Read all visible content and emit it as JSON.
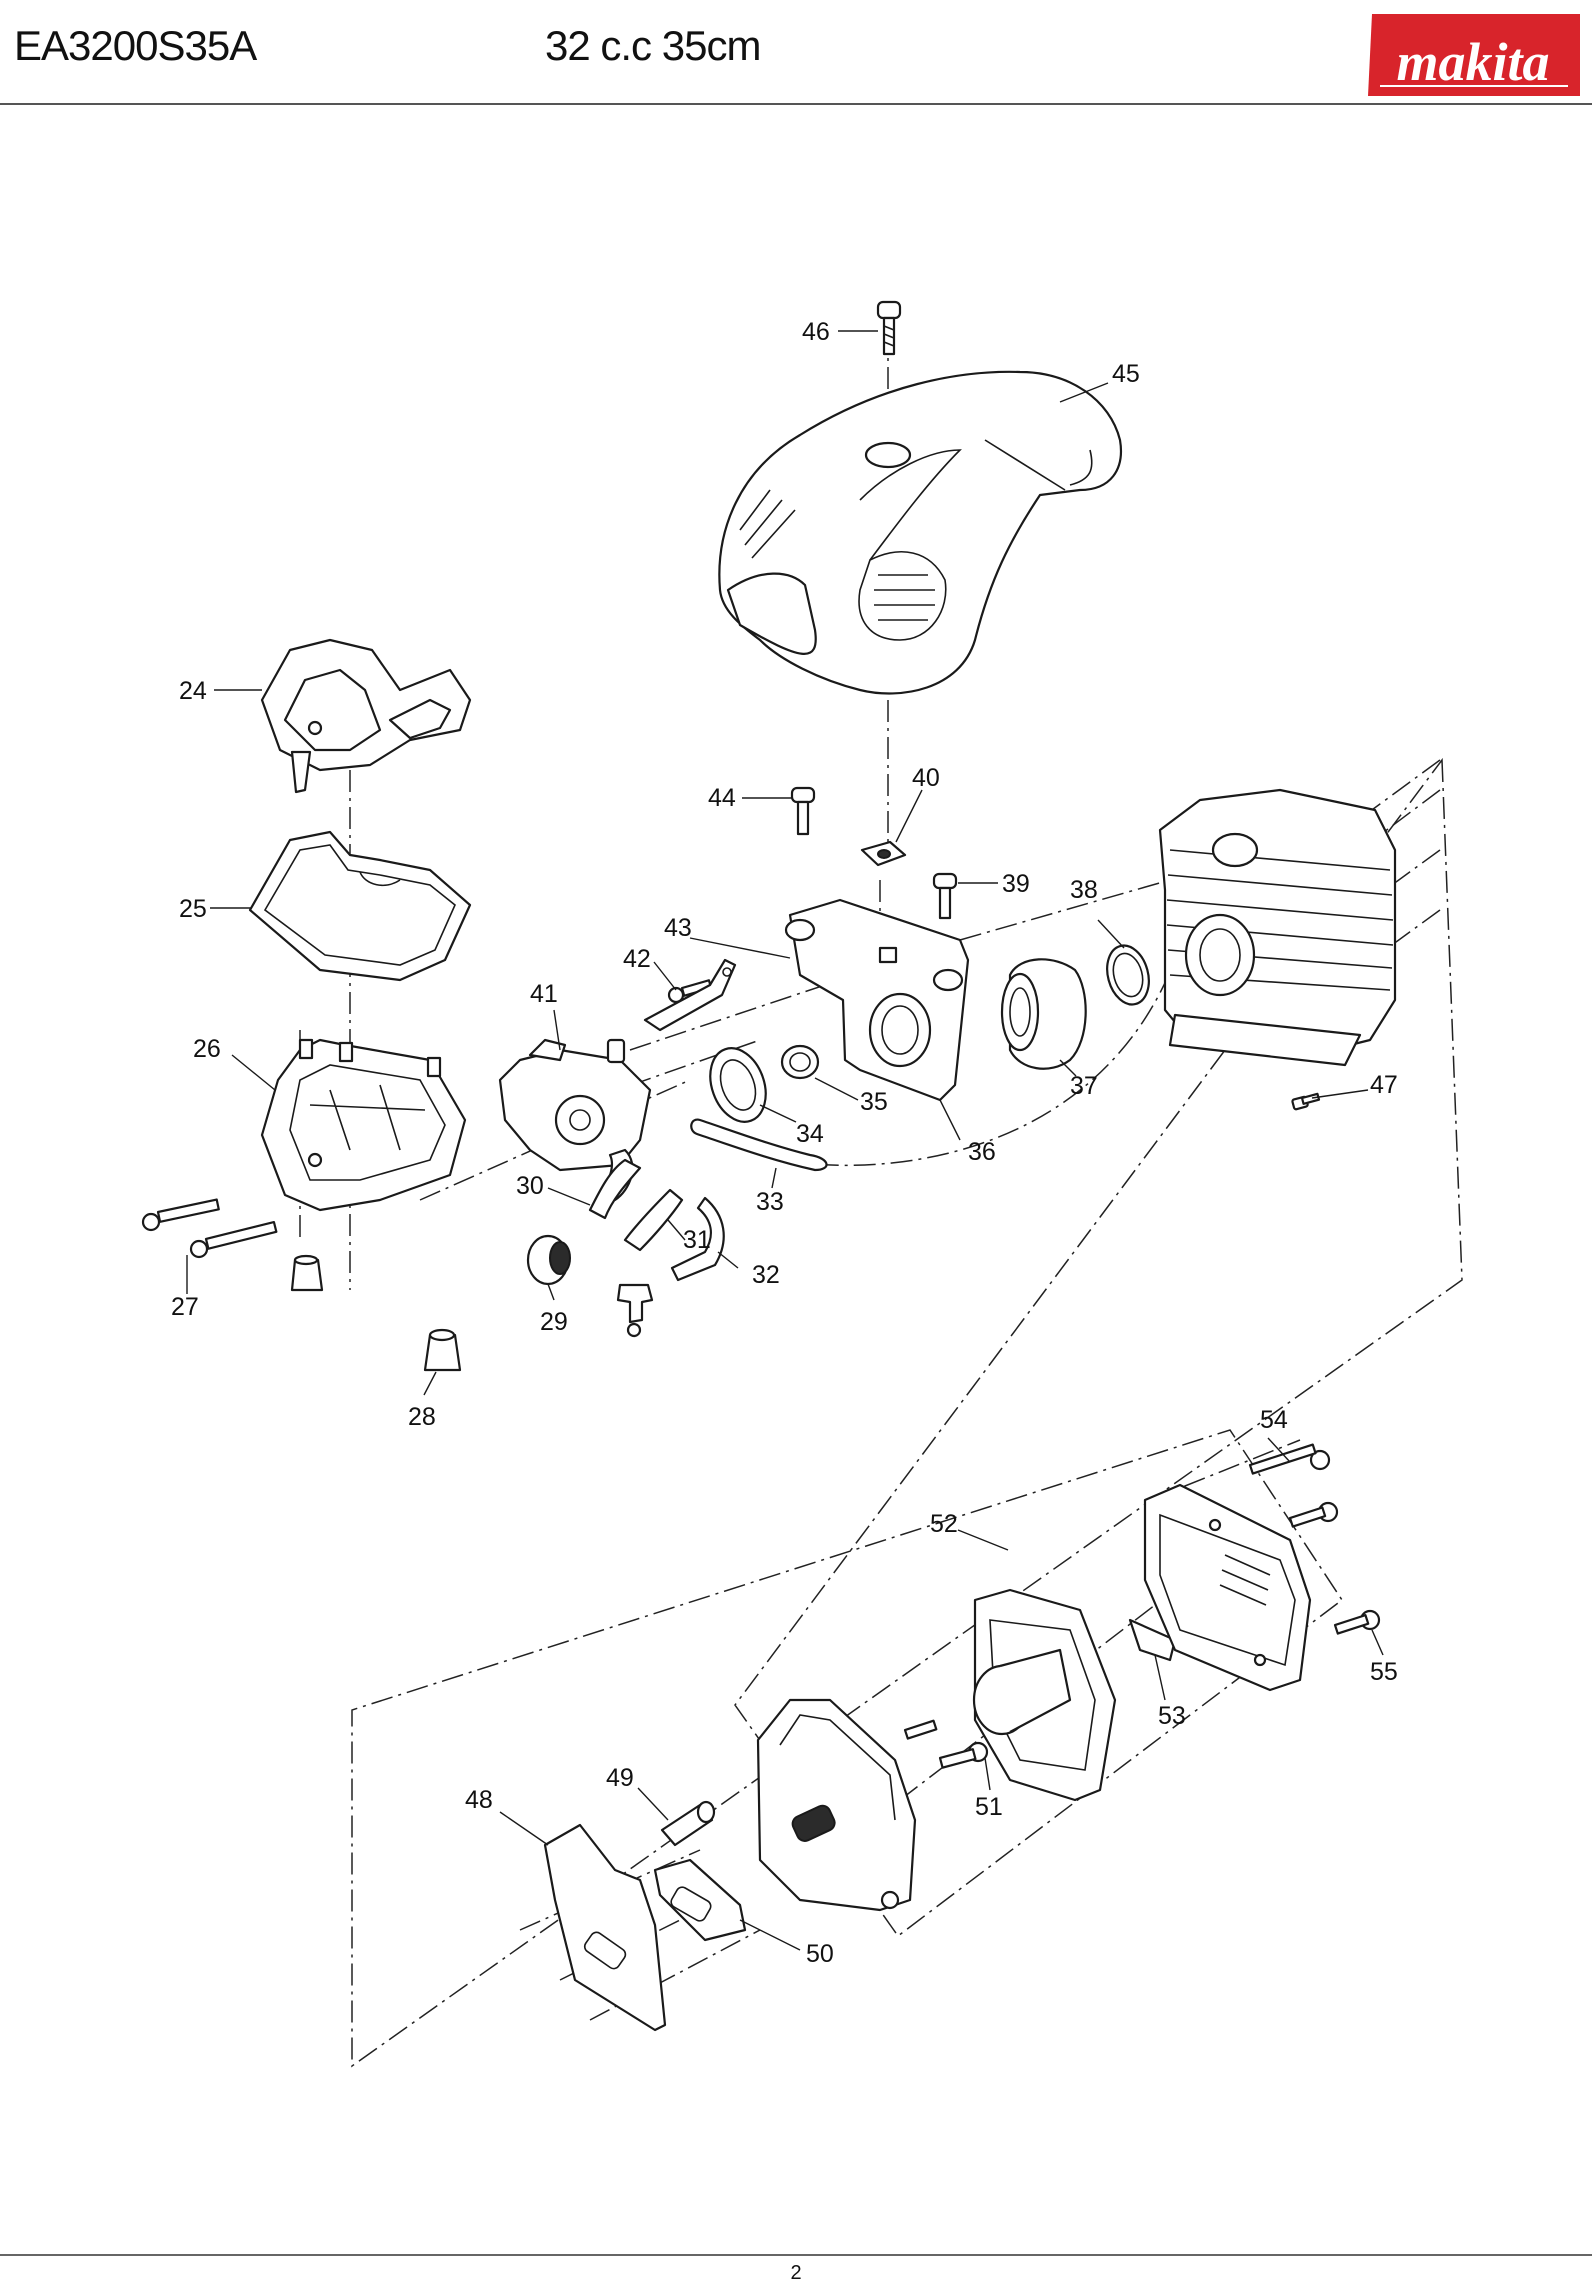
{
  "header": {
    "model": "EA3200S35A",
    "spec": "32 c.c 35cm",
    "brand": "makita"
  },
  "footer": {
    "page_number": "2"
  },
  "colors": {
    "brand_red": "#d8242b",
    "ink": "#1a1a1a"
  },
  "callouts": [
    "24",
    "25",
    "26",
    "27",
    "28",
    "29",
    "30",
    "31",
    "32",
    "33",
    "34",
    "35",
    "36",
    "37",
    "38",
    "39",
    "40",
    "41",
    "42",
    "43",
    "44",
    "45",
    "46",
    "47",
    "48",
    "49",
    "50",
    "51",
    "52",
    "53",
    "54",
    "55"
  ]
}
